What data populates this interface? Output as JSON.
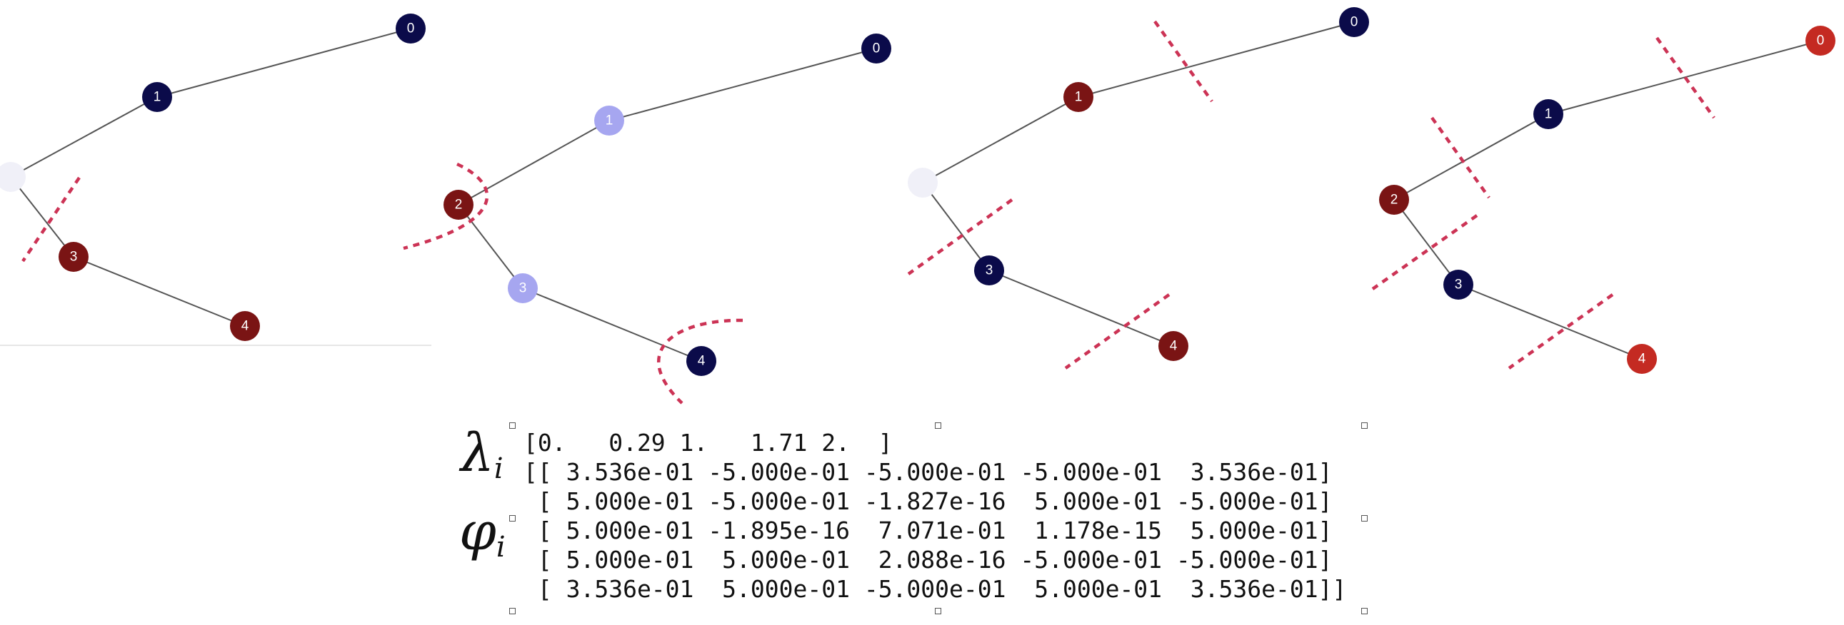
{
  "graphs": [
    {
      "nodes": [
        {
          "label": "0",
          "color": "#0b0b4a"
        },
        {
          "label": "1",
          "color": "#0b0b4a"
        },
        {
          "label": "",
          "color": "#f0f0f8"
        },
        {
          "label": "3",
          "color": "#7a1414"
        },
        {
          "label": "4",
          "color": "#7a1414"
        }
      ]
    },
    {
      "nodes": [
        {
          "label": "0",
          "color": "#0b0b4a"
        },
        {
          "label": "1",
          "color": "#a6a6f0"
        },
        {
          "label": "2",
          "color": "#7a1414"
        },
        {
          "label": "3",
          "color": "#a6a6f0"
        },
        {
          "label": "4",
          "color": "#0b0b4a"
        }
      ]
    },
    {
      "nodes": [
        {
          "label": "0",
          "color": "#0b0b4a"
        },
        {
          "label": "1",
          "color": "#7a1414"
        },
        {
          "label": "",
          "color": "#f0f0f8"
        },
        {
          "label": "3",
          "color": "#0b0b4a"
        },
        {
          "label": "4",
          "color": "#7a1414"
        }
      ]
    },
    {
      "nodes": [
        {
          "label": "0",
          "color": "#c42a22"
        },
        {
          "label": "1",
          "color": "#0b0b4a"
        },
        {
          "label": "2",
          "color": "#7a1414"
        },
        {
          "label": "3",
          "color": "#0b0b4a"
        },
        {
          "label": "4",
          "color": "#c42a22"
        }
      ]
    }
  ],
  "math": {
    "lambda": {
      "symbol": "λ",
      "sub": "i"
    },
    "phi": {
      "symbol": "φ",
      "sub": "i"
    }
  },
  "eigenvalues_line": "[0.   0.29 1.   1.71 2.  ]",
  "eigenvector_lines": [
    "[[ 3.536e-01 -5.000e-01 -5.000e-01 -5.000e-01  3.536e-01]",
    " [ 5.000e-01 -5.000e-01 -1.827e-16  5.000e-01 -5.000e-01]",
    " [ 5.000e-01 -1.895e-16  7.071e-01  1.178e-15  5.000e-01]",
    " [ 5.000e-01  5.000e-01  2.088e-16 -5.000e-01 -5.000e-01]",
    " [ 3.536e-01  5.000e-01 -5.000e-01  5.000e-01  3.536e-01]]"
  ],
  "colors": {
    "edge": "#555555",
    "cut_line": "#cc3355",
    "text": "#111111"
  }
}
